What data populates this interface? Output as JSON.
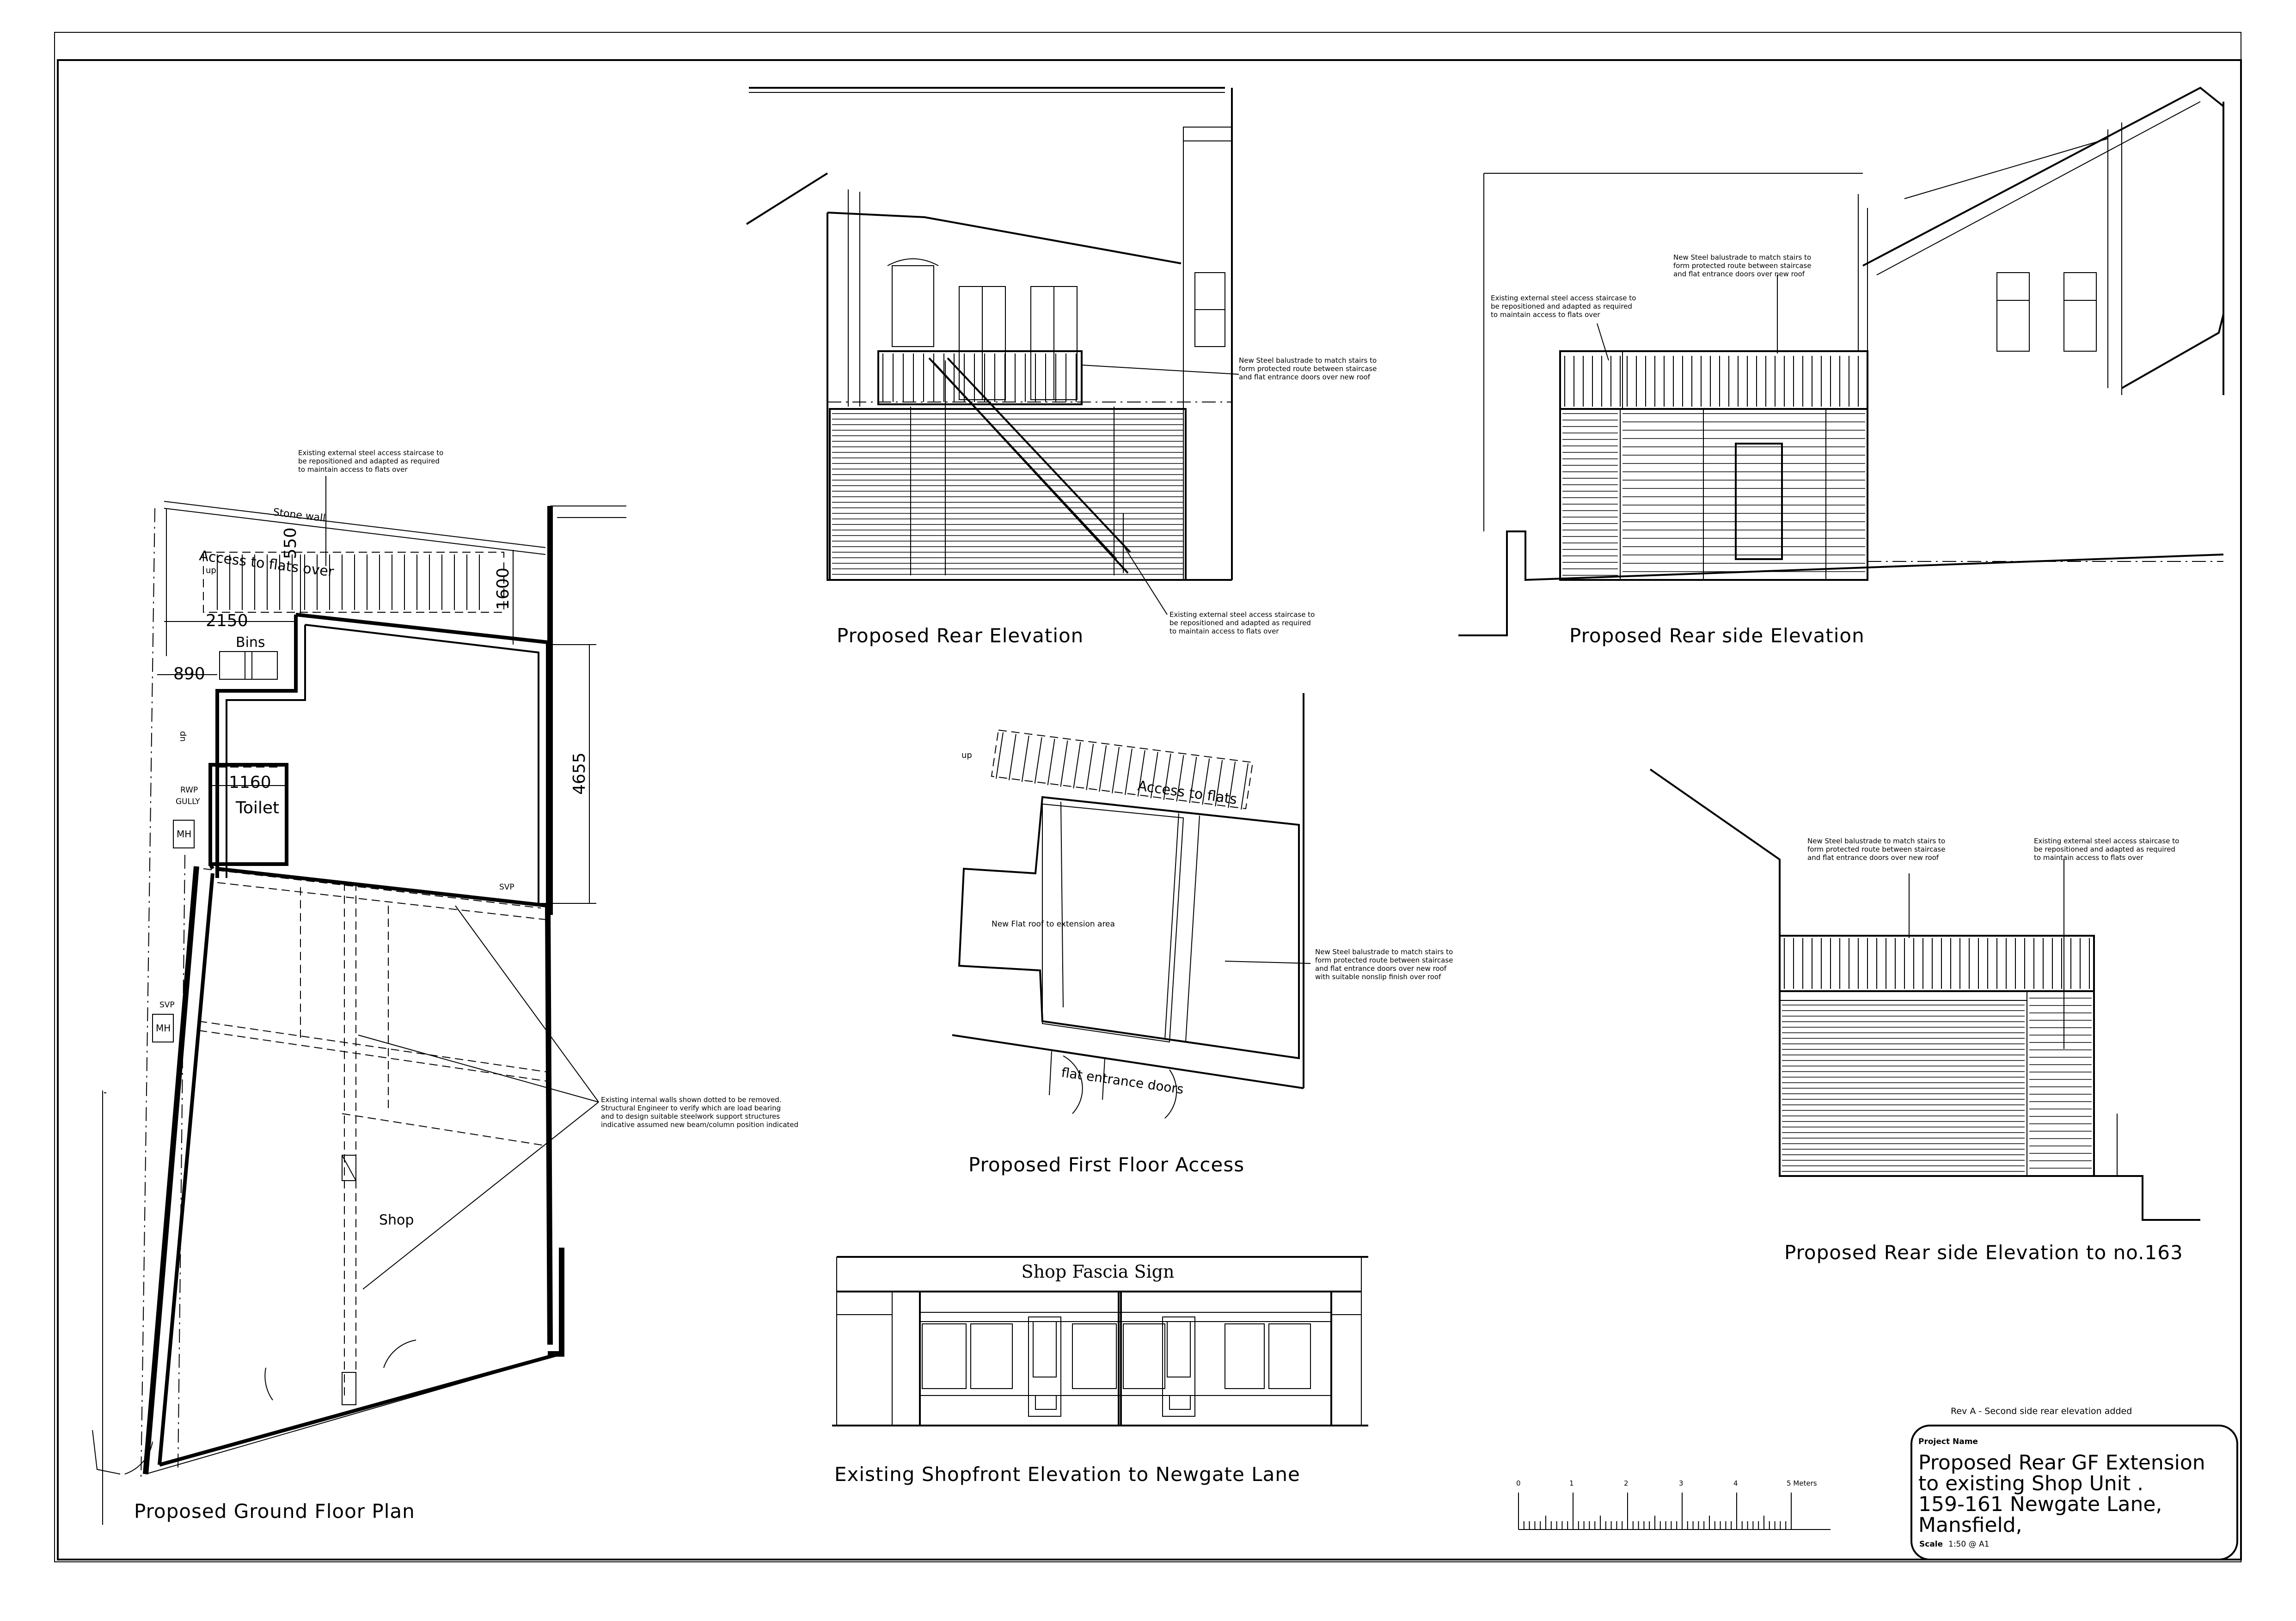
{
  "views": {
    "ground_floor": {
      "title": "Proposed Ground Floor Plan",
      "stone_wall": "Stone wall",
      "access": "Access to flats over",
      "up": "up",
      "up2": "up",
      "bins": "Bins",
      "toilet": "Toilet",
      "rwp": "RWP",
      "gully": "GULLY",
      "mh1": "MH",
      "mh2": "MH",
      "svp1": "SVP",
      "svp2": "SVP",
      "shop": "Shop",
      "dims": {
        "d550": "550",
        "d1600": "1600",
        "d2150": "2150",
        "d890": "890",
        "d1160": "1160",
        "d4655": "4655"
      },
      "note_stair": [
        "Existing external steel access staircase to",
        "be repositioned and adapted as required",
        "to maintain access to flats over"
      ],
      "note_walls": [
        "Existing internal walls shown dotted to be removed.",
        "Structural Engineer to verify which are load bearing",
        "and to design suitable steelwork support structures",
        "indicative assumed new beam/column position indicated"
      ]
    },
    "rear_elevation": {
      "title": "Proposed Rear Elevation",
      "note_balustrade": [
        "New Steel balustrade to match stairs to",
        "form protected route between staircase",
        "and flat entrance doors over new roof"
      ],
      "note_stair": [
        "Existing external steel access staircase to",
        "be repositioned and adapted as required",
        "to maintain access to flats over"
      ]
    },
    "rear_side_elevation": {
      "title": "Proposed Rear side Elevation",
      "note_balustrade": [
        "New Steel balustrade to match stairs to",
        "form protected route between staircase",
        "and flat entrance doors over new roof"
      ],
      "note_stair": [
        "Existing external steel access staircase to",
        "be repositioned and adapted as required",
        "to maintain access to flats over"
      ]
    },
    "first_floor": {
      "title": "Proposed First Floor Access",
      "up": "up",
      "access": "Access to flats",
      "flat_roof": "New Flat roof to extension area",
      "doors": "flat entrance doors",
      "note_balustrade": [
        "New Steel balustrade to match stairs to",
        "form protected route between staircase",
        "and flat entrance doors over new roof",
        "with suitable nonslip finish over roof"
      ]
    },
    "rear_side_163": {
      "title": "Proposed Rear side Elevation to no.163",
      "note_balustrade": [
        "New Steel balustrade to match stairs to",
        "form protected route between staircase",
        "and flat entrance doors over new roof"
      ],
      "note_stair": [
        "Existing external steel access staircase to",
        "be repositioned and adapted as required",
        "to maintain access to flats over"
      ]
    },
    "shopfront": {
      "title": "Existing Shopfront Elevation to Newgate Lane",
      "fascia": "Shop Fascia Sign"
    }
  },
  "revision": "Rev A - Second side rear elevation added",
  "scale_bar": {
    "ticks": [
      "0",
      "1",
      "2",
      "3",
      "4",
      "5 Meters"
    ]
  },
  "title_block": {
    "project_label": "Project Name",
    "lines": [
      "Proposed Rear GF Extension",
      "to existing Shop Unit .",
      "159-161 Newgate Lane,",
      "Mansfield,"
    ],
    "scale_label": "Scale",
    "scale_value": "1:50 @ A1"
  }
}
